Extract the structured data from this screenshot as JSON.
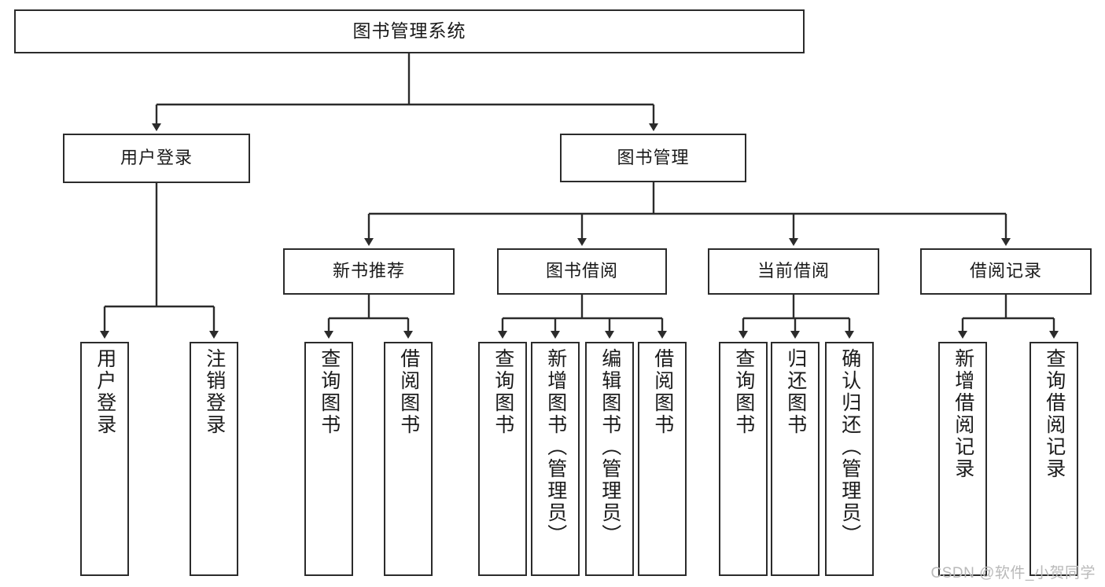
{
  "diagram": {
    "title": "图书管理系统",
    "type": "hierarchy-tree",
    "watermark": "CSDN @软件_小贺同学",
    "colors": {
      "stroke": "#2b2b2b",
      "fill": "#ffffff",
      "text": "#1a1a1a",
      "watermark": "#b9b9b9"
    },
    "levels": {
      "root": {
        "label": "图书管理系统"
      },
      "level2": [
        {
          "label": "用户登录"
        },
        {
          "label": "图书管理"
        }
      ],
      "level3": [
        {
          "label": "新书推荐"
        },
        {
          "label": "图书借阅"
        },
        {
          "label": "当前借阅"
        },
        {
          "label": "借阅记录"
        }
      ],
      "leaves": [
        {
          "label": "用户登录",
          "parent": "用户登录"
        },
        {
          "label": "注销登录",
          "parent": "用户登录"
        },
        {
          "label": "查询图书",
          "parent": "新书推荐"
        },
        {
          "label": "借阅图书",
          "parent": "新书推荐"
        },
        {
          "label": "查询图书",
          "parent": "图书借阅"
        },
        {
          "label": "新增图书（管理员）",
          "parent": "图书借阅"
        },
        {
          "label": "编辑图书（管理员）",
          "parent": "图书借阅"
        },
        {
          "label": "借阅图书",
          "parent": "图书借阅"
        },
        {
          "label": "查询图书",
          "parent": "当前借阅"
        },
        {
          "label": "归还图书",
          "parent": "当前借阅"
        },
        {
          "label": "确认归还（管理员）",
          "parent": "当前借阅"
        },
        {
          "label": "新增借阅记录",
          "parent": "借阅记录"
        },
        {
          "label": "查询借阅记录",
          "parent": "借阅记录"
        }
      ]
    }
  }
}
